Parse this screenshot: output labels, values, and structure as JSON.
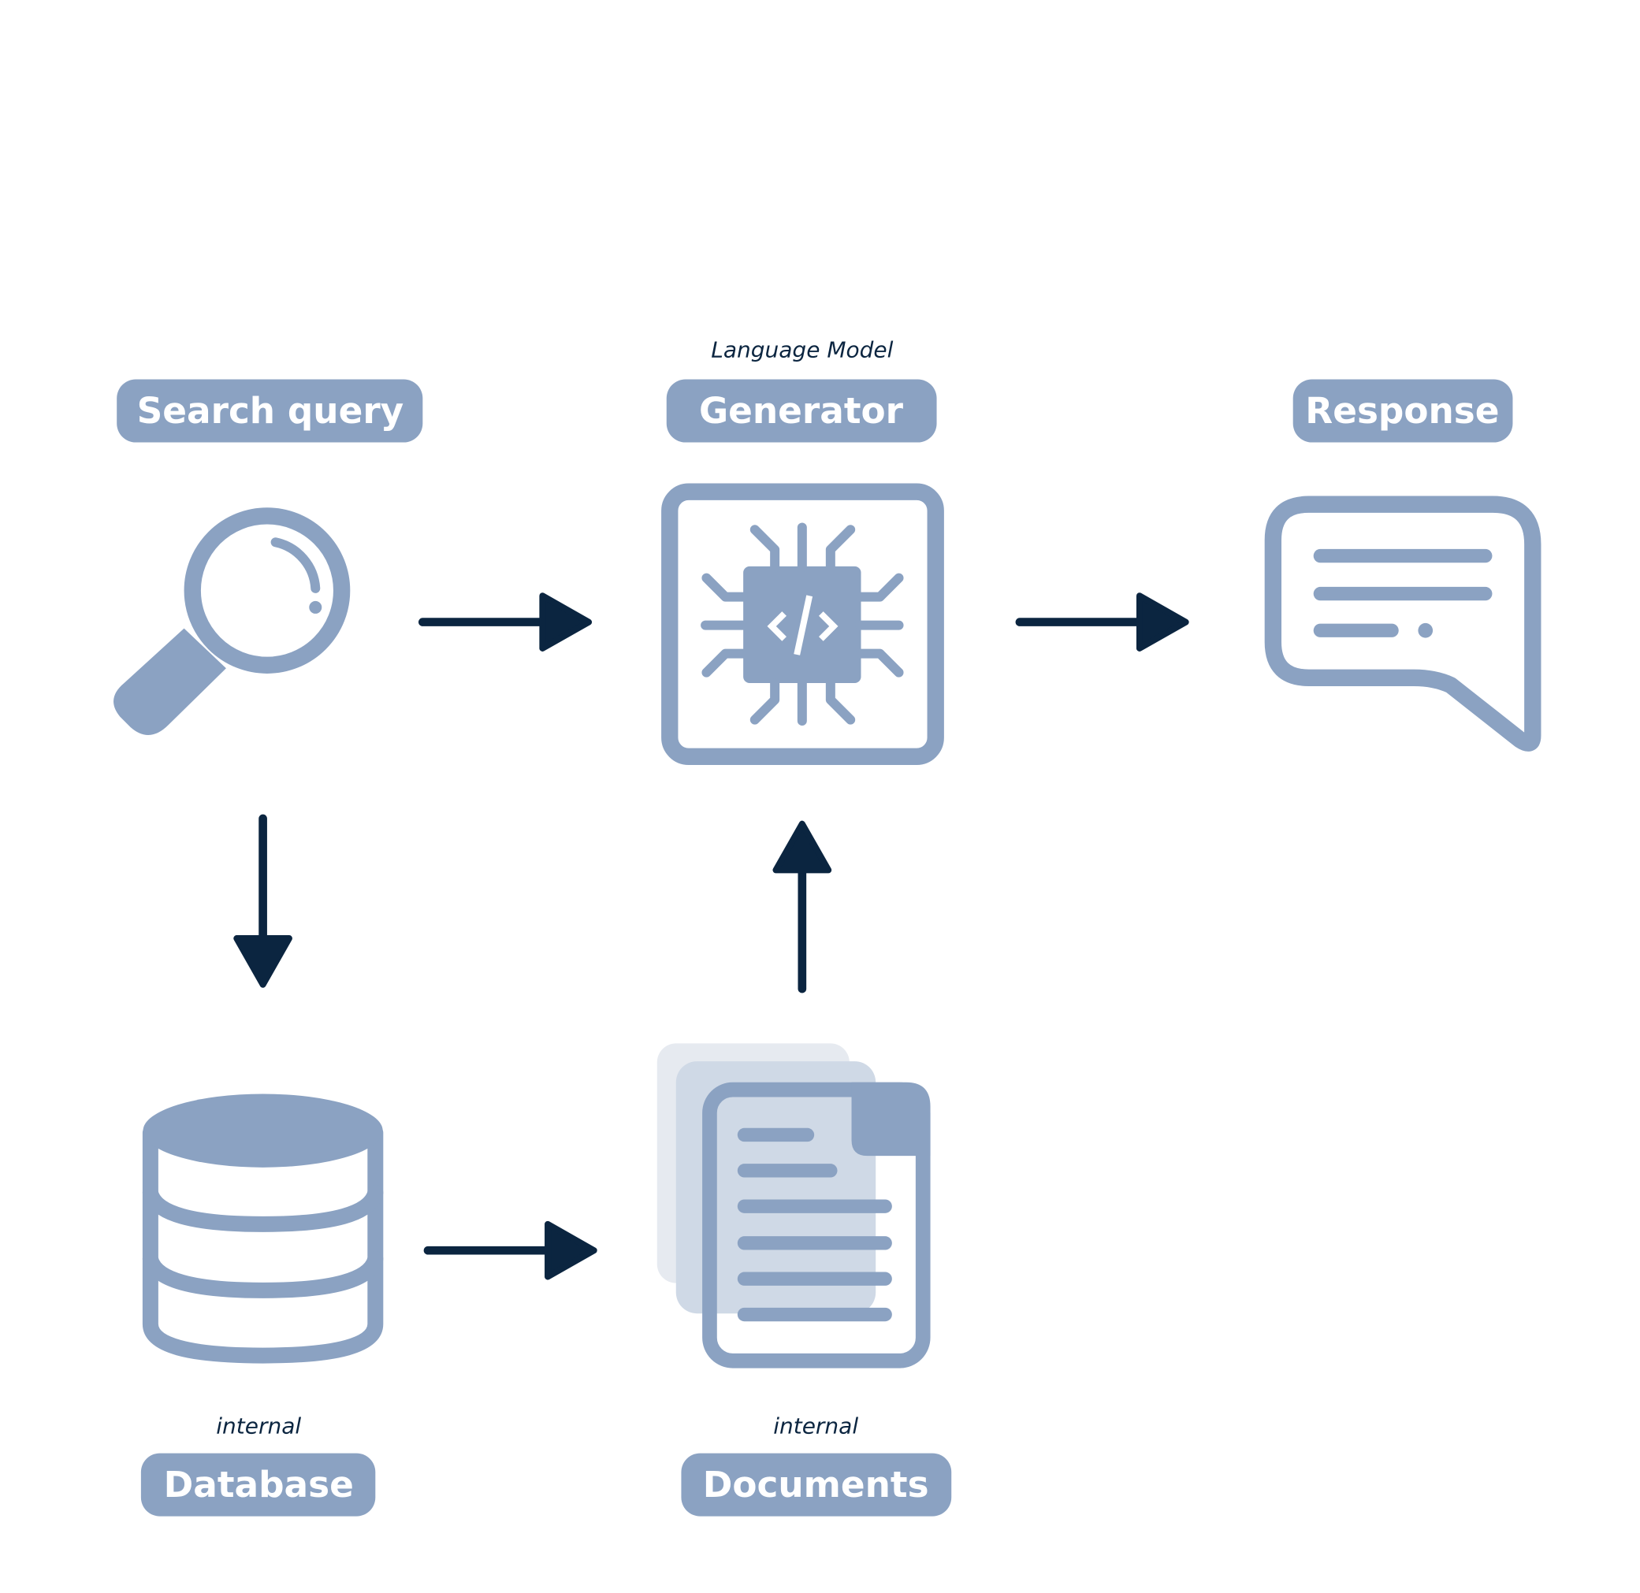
{
  "nodes": {
    "search_query": {
      "label": "Search query",
      "icon": "magnifier-icon"
    },
    "generator": {
      "label": "Generator",
      "note": "Language Model",
      "icon": "chip-code-icon"
    },
    "response": {
      "label": "Response",
      "icon": "speech-bubble-icon"
    },
    "database": {
      "label": "Database",
      "note": "internal",
      "icon": "database-icon"
    },
    "documents": {
      "label": "Documents",
      "note": "internal",
      "icon": "documents-icon"
    }
  },
  "edges": [
    {
      "from": "Search query",
      "to": "Generator"
    },
    {
      "from": "Generator",
      "to": "Response"
    },
    {
      "from": "Search query",
      "to": "Database"
    },
    {
      "from": "Database",
      "to": "Documents"
    },
    {
      "from": "Documents",
      "to": "Generator"
    }
  ],
  "colors": {
    "accent": "#8ba2c2",
    "arrow": "#0b2540"
  }
}
